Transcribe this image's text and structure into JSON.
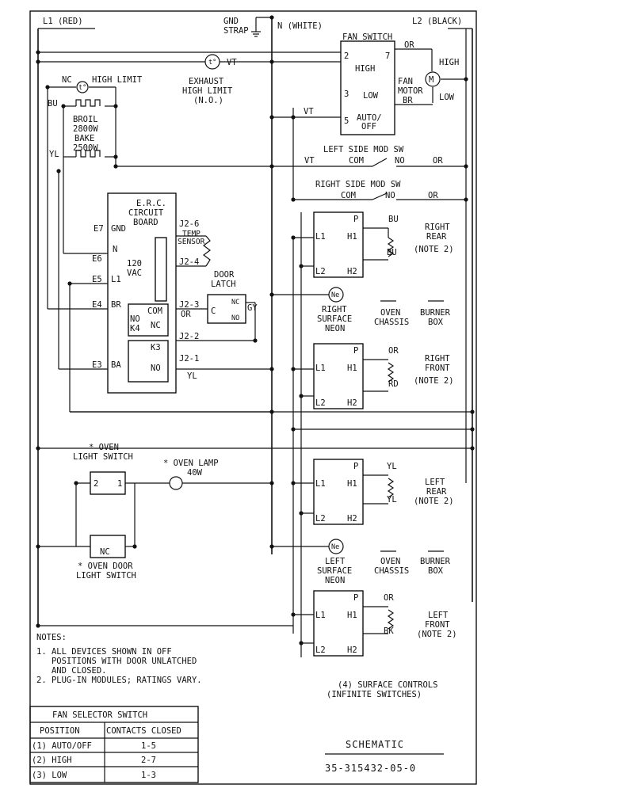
{
  "labels": {
    "l1": "L1 (RED)",
    "l2": "L2 (BLACK)",
    "gnd1": "GND",
    "gnd2": "STRAP",
    "neutral": "N (WHITE)",
    "fan_switch": "FAN SWITCH",
    "fan_sw_2": "2",
    "fan_sw_7": "7",
    "fan_sw_high": "HIGH",
    "fan_sw_3": "3",
    "fan_sw_low": "LOW",
    "fan_sw_5": "5",
    "fan_sw_auto1": "AUTO/",
    "fan_sw_auto2": "OFF",
    "wire_or_fan": "OR",
    "motor_high": "HIGH",
    "motor_m": "M",
    "motor_fan": "FAN",
    "motor_motor": "MOTOR",
    "motor_br": "BR",
    "motor_low": "LOW",
    "vt_1": "VT",
    "vt_fan": "VT",
    "exhaust_1": "EXHAUST",
    "exhaust_2": "HIGH LIMIT",
    "exhaust_3": "(N.O.)",
    "exhaust_t": "t°",
    "nc_hl": "NC",
    "hl_t": "t°",
    "high_limit": "HIGH LIMIT",
    "bu_top": "BU",
    "broil_1": "BROIL",
    "broil_2": "2800W",
    "bake_1": "BAKE",
    "bake_2": "2500W",
    "yl_left": "YL",
    "left_mod": "LEFT SIDE MOD SW",
    "left_vt": "VT",
    "left_com": "COM",
    "left_no": "NO",
    "left_or": "OR",
    "right_mod": "RIGHT SIDE MOD SW",
    "right_com": "COM",
    "right_no": "NO",
    "right_or": "OR",
    "erc_1": "E.R.C.",
    "erc_2": "CIRCUIT",
    "erc_3": "BOARD",
    "e7": "E7",
    "e7_gnd": "GND",
    "e6": "E6",
    "e6_n": "N",
    "e5": "E5",
    "e5_l1": "L1",
    "e4": "E4",
    "e4_br": "BR",
    "e3": "E3",
    "e3_ba": "BA",
    "vac_1": "120",
    "vac_2": "VAC",
    "j26": "J2-6",
    "temp_1": "TEMP",
    "temp_2": "SENSOR",
    "j24": "J2-4",
    "j23": "J2-3",
    "j23_or": "OR",
    "j22": "J2-2",
    "j21": "J2-1",
    "j21_yl": "YL",
    "k4_com": "COM",
    "k4_no": "NO",
    "k4_k4": "K4",
    "k4_nc": "NC",
    "k3": "K3",
    "k3_no": "NO",
    "door_1": "DOOR",
    "door_2": "LATCH",
    "door_c": "C",
    "door_no": "NO",
    "door_nc": "NC",
    "door_gy": "GY",
    "rr_bu1": "BU",
    "rr_bu2": "BU",
    "rr_1": "RIGHT",
    "rr_2": "REAR",
    "rr_3": "(NOTE 2)",
    "rs_neon_1": "RIGHT",
    "rs_neon_2": "SURFACE",
    "rs_neon_3": "NEON",
    "neon_sym_r": "Ne",
    "oc_1": "OVEN",
    "oc_2": "CHASSIS",
    "bb_1": "BURNER",
    "bb_2": "BOX",
    "rf_or": "OR",
    "rf_rd": "RD",
    "rf_1": "RIGHT",
    "rf_2": "FRONT",
    "rf_3": "(NOTE 2)",
    "ols_1": "* OVEN",
    "ols_2": "LIGHT SWITCH",
    "ols_2n": "2",
    "ols_1n": "1",
    "lamp_1": "* OVEN LAMP",
    "lamp_2": "40W",
    "lr_yl1": "YL",
    "lr_yl2": "YL",
    "lr_1": "LEFT",
    "lr_2": "REAR",
    "lr_3": "(NOTE 2)",
    "odls_nc": "NC",
    "odls_1": "* OVEN DOOR",
    "odls_2": "LIGHT SWITCH",
    "ls_neon_1": "LEFT",
    "ls_neon_2": "SURFACE",
    "ls_neon_3": "NEON",
    "neon_sym_l": "Ne",
    "oc2_1": "OVEN",
    "oc2_2": "CHASSIS",
    "bb2_1": "BURNER",
    "bb2_2": "BOX",
    "lf_or": "OR",
    "lf_bk": "BK",
    "lf_1": "LEFT",
    "lf_2": "FRONT",
    "lf_3": "(NOTE 2)",
    "sw_l1": "L1",
    "sw_l2": "L2",
    "sw_h1": "H1",
    "sw_h2": "H2",
    "sw_p": "P",
    "surface_1": "(4) SURFACE CONTROLS",
    "surface_2": "(INFINITE SWITCHES)"
  },
  "notes": {
    "title": "NOTES:",
    "lines": [
      "1. ALL DEVICES SHOWN IN OFF",
      "   POSITIONS WITH DOOR UNLATCHED",
      "   AND CLOSED.",
      "2. PLUG-IN MODULES; RATINGS VARY."
    ]
  },
  "fan_table": {
    "title": "FAN SELECTOR SWITCH",
    "headers": [
      "POSITION",
      "CONTACTS CLOSED"
    ],
    "rows": [
      [
        "(1) AUTO/OFF",
        "1-5"
      ],
      [
        "(2) HIGH",
        "2-7"
      ],
      [
        "(3) LOW",
        "1-3"
      ]
    ]
  },
  "title_block": {
    "title": "SCHEMATIC",
    "number": "35-315432-05-0"
  }
}
